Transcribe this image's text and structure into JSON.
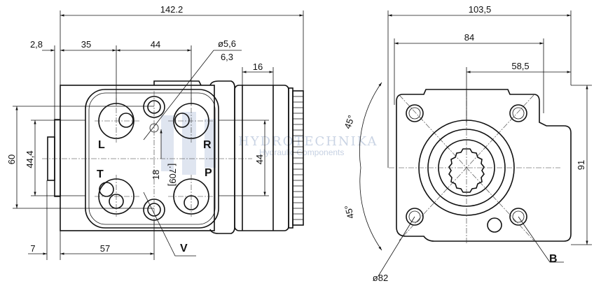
{
  "side_view": {
    "dimensions": {
      "overall_length": "142.2",
      "flange": "2,8",
      "port_offset": "35",
      "port_spacing": "44",
      "hole_dia": "ø5,6",
      "hole_depth": "6,3",
      "gear_width": "16",
      "height": "60",
      "pilot": "44,4",
      "port_vertical": "44",
      "hole_offset": "18",
      "hole_offset_in": "[.709]",
      "stub": "7",
      "v_offset": "57"
    },
    "ports": {
      "L": "L",
      "R": "R",
      "T": "T",
      "P": "P",
      "V": "V"
    }
  },
  "front_view": {
    "dimensions": {
      "width": "103,5",
      "bolt_spacing": "84",
      "offset": "58,5",
      "height": "91",
      "angle_top": "45°",
      "angle_bottom": "45°",
      "pcd": "ø82"
    },
    "label_b": "B"
  },
  "watermark": {
    "brand": "HYDROTECHNIKA",
    "tagline": "Hydraulic Components"
  }
}
